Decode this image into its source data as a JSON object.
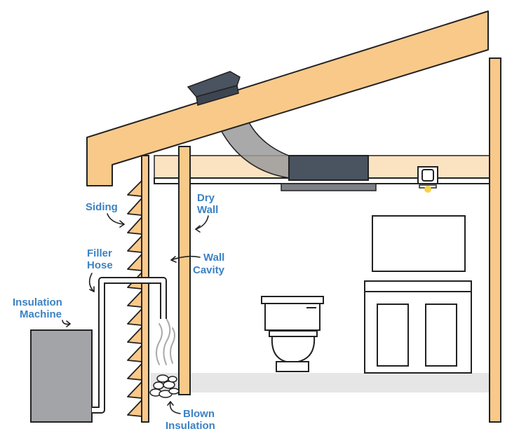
{
  "labels": {
    "siding": "Siding",
    "dry_wall_1": "Dry",
    "dry_wall_2": "Wall",
    "filler_hose_1": "Filler",
    "filler_hose_2": "Hose",
    "wall_cavity_1": "Wall",
    "wall_cavity_2": "Cavity",
    "insulation_machine_1": "Insulation",
    "insulation_machine_2": "Machine",
    "blown_insulation_1": "Blown",
    "blown_insulation_2": "Insulation"
  },
  "colors": {
    "wood": "#f9c98a",
    "wood_light": "#fbe3c2",
    "outline": "#222222",
    "dark_gray": "#4a5360",
    "machine_gray": "#a3a4a7",
    "duct_gray": "#9a9a9a",
    "floor_gray": "#e6e6e6",
    "label_blue": "#3b82c4",
    "bulb_yellow": "#f6d24a"
  }
}
